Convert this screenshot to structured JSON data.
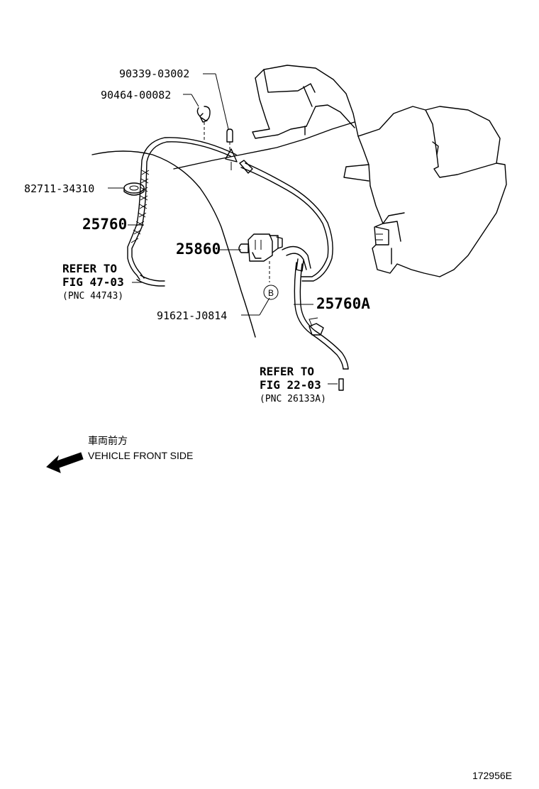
{
  "parts": {
    "p_90339": "90339-03002",
    "p_90464": "90464-00082",
    "p_82711": "82711-34310",
    "p_25760": "25760",
    "p_25860": "25860",
    "p_91621": "91621-J0814",
    "p_25760a": "25760A"
  },
  "refs": {
    "ref1": {
      "line1": "REFER TO",
      "line2": "FIG 47-03",
      "line3": "(PNC 44743)"
    },
    "ref2": {
      "line1": "REFER TO",
      "line2": "FIG 22-03",
      "line3": "(PNC 26133A)"
    }
  },
  "callout_b": "B",
  "direction": {
    "jp": "車両前方",
    "en": "VEHICLE FRONT SIDE"
  },
  "figure_id": "172956E"
}
